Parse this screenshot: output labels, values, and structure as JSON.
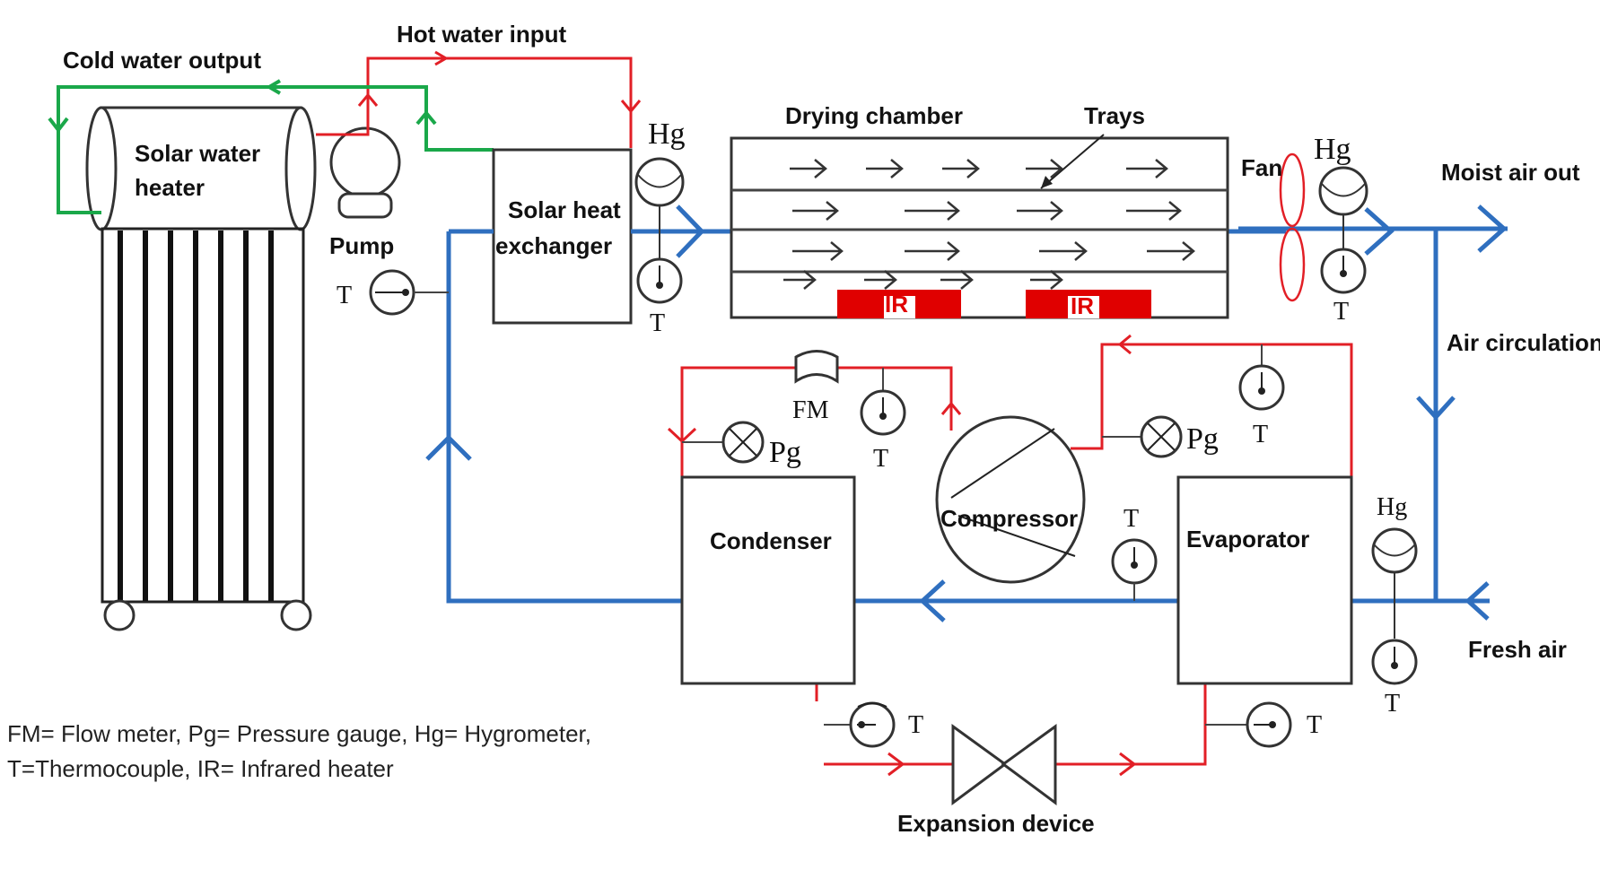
{
  "colors": {
    "hot_water": "#e21f26",
    "cold_water": "#1aa84a",
    "air": "#2f6fbf",
    "refrigerant": "#e21f26",
    "infrared": "#e00000"
  },
  "labels": {
    "cold_water_output": "Cold water output",
    "hot_water_input": "Hot water input",
    "solar_water_heater_line1": "Solar water",
    "solar_water_heater_line2": "heater",
    "pump": "Pump",
    "solar_heat_exchanger_line1": "Solar heat",
    "solar_heat_exchanger_line2": "exchanger",
    "drying_chamber": "Drying chamber",
    "trays": "Trays",
    "fan": "Fan",
    "moist_air_out": "Moist air out",
    "air_circulation": "Air circulation",
    "fresh_air": "Fresh air",
    "condenser": "Condenser",
    "compressor": "Compressor",
    "evaporator": "Evaporator",
    "expansion_device": "Expansion device",
    "ir": "IR"
  },
  "instruments": {
    "hg": "Hg",
    "t": "T",
    "pg": "Pg",
    "fm": "FM"
  },
  "legend": {
    "line1": "FM= Flow meter, Pg= Pressure gauge, Hg= Hygrometer,",
    "line2": "T=Thermocouple, IR= Infrared heater"
  }
}
